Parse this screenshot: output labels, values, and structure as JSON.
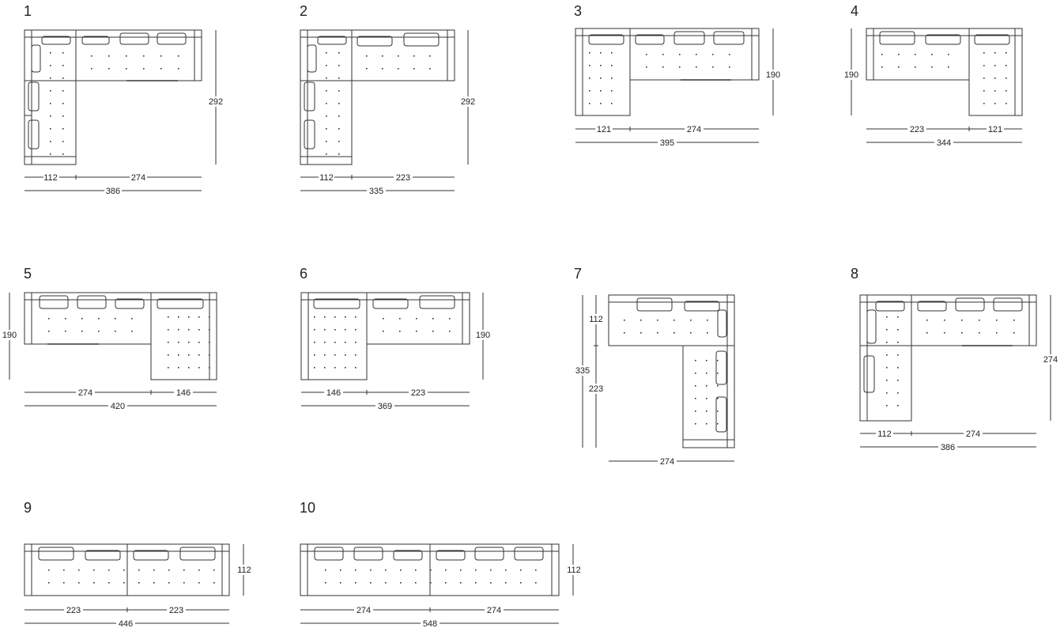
{
  "diagrams": [
    {
      "number": "1",
      "dims": {
        "w1": "112",
        "w2": "274",
        "total": "386",
        "height": "292"
      }
    },
    {
      "number": "2",
      "dims": {
        "w1": "112",
        "w2": "223",
        "total": "335",
        "height": "292"
      }
    },
    {
      "number": "3",
      "dims": {
        "w1": "121",
        "w2": "274",
        "total": "395",
        "height": "190"
      }
    },
    {
      "number": "4",
      "dims": {
        "w1": "223",
        "w2": "121",
        "total": "344",
        "height": "190"
      }
    },
    {
      "number": "5",
      "dims": {
        "w1": "274",
        "w2": "146",
        "total": "420",
        "height": "190"
      }
    },
    {
      "number": "6",
      "dims": {
        "w1": "146",
        "w2": "223",
        "total": "369",
        "height": "190"
      }
    },
    {
      "number": "7",
      "dims": {
        "h1": "112",
        "h2": "223",
        "htotal": "335",
        "width": "274"
      }
    },
    {
      "number": "8",
      "dims": {
        "w1": "112",
        "w2": "274",
        "total": "386",
        "height": "274"
      }
    },
    {
      "number": "9",
      "dims": {
        "w1": "223",
        "w2": "223",
        "total": "446",
        "height": "112"
      }
    },
    {
      "number": "10",
      "dims": {
        "w1": "274",
        "w2": "274",
        "total": "548",
        "height": "112"
      }
    }
  ]
}
